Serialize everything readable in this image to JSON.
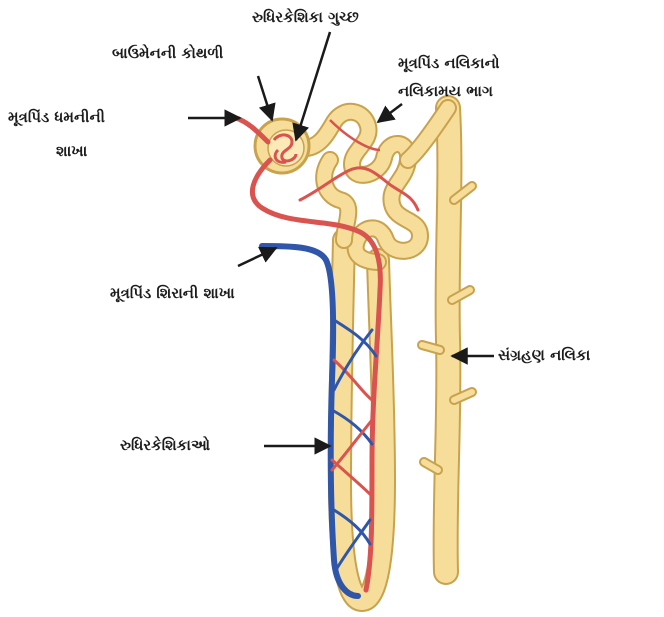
{
  "labels": {
    "glomerulus": "રુધિરકેશિકા ગુચ્છ",
    "bowman": "બાઉમેનની કોથળી",
    "tubule_line1": "મૂત્રપિંડ નલિકાનો",
    "tubule_line2": "નલિકામય ભાગ",
    "artery_line1": "મૂત્રપિંડ ધમનીની",
    "artery_line2": "શાખા",
    "vein": "મૂત્રપિંડ શિરાની શાખા",
    "collecting": "સંગ્રહણ નલિકા",
    "capillaries": "રુધિરકેશિકાઓ"
  },
  "colors": {
    "tubule": "#f6de9a",
    "tubule_outline": "#c9a24e",
    "artery": "#d9534f",
    "vein": "#2f56a8",
    "arrow": "#1a1a1a"
  }
}
